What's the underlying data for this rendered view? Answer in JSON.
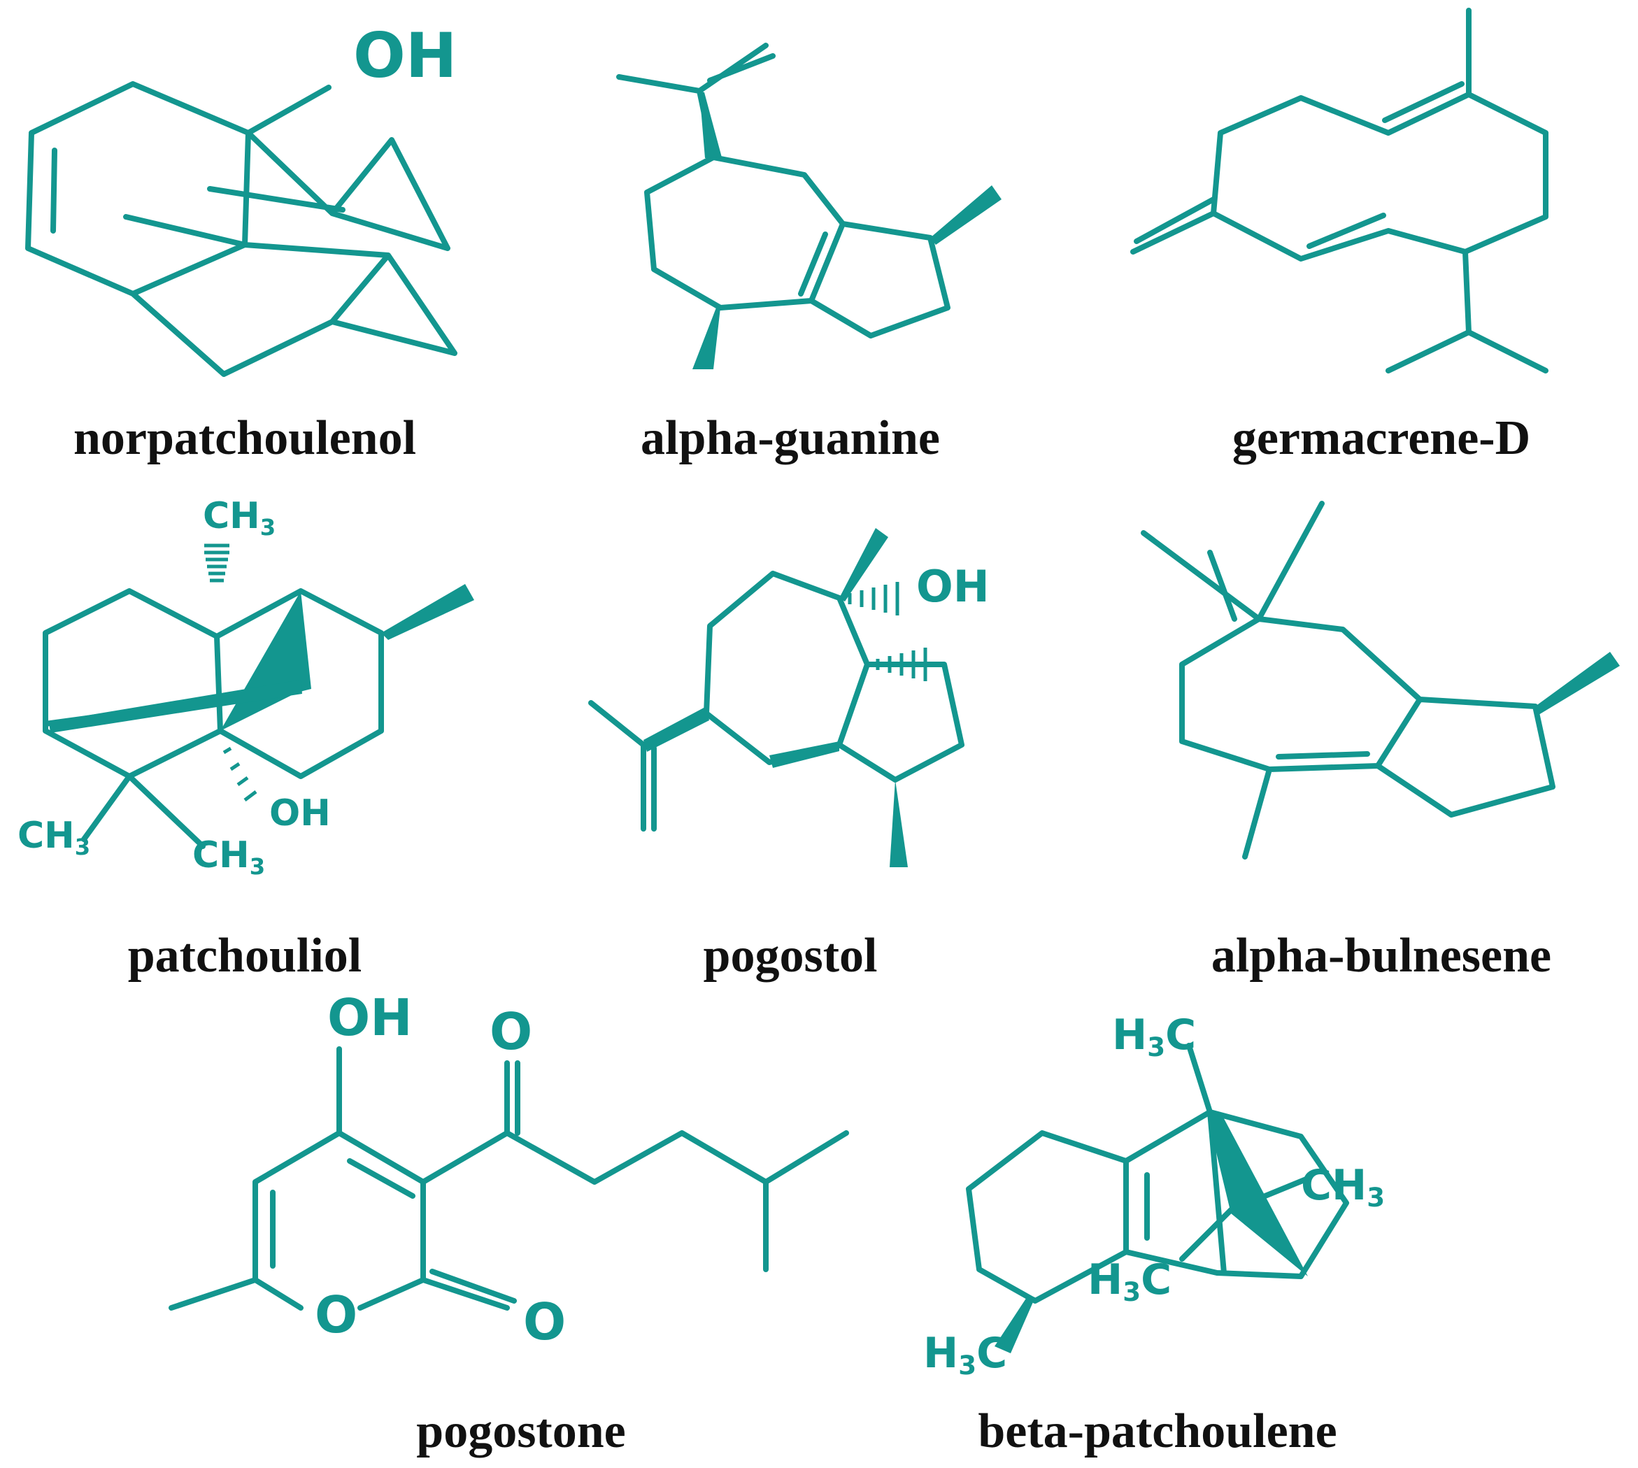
{
  "colors": {
    "structure": "#13968f",
    "label": "#111111",
    "background": "#ffffff"
  },
  "compounds": [
    {
      "name": "norpatchoulenol",
      "atoms": {
        "oh": "OH"
      }
    },
    {
      "name": "alpha-guanine"
    },
    {
      "name": "germacrene-D"
    },
    {
      "name": "patchouliol",
      "atoms": {
        "ch3_top": "CH",
        "ch3_top_sub": "3",
        "oh": "OH",
        "ch3_left": "CH",
        "ch3_left_sub": "3",
        "ch3_right": "CH",
        "ch3_right_sub": "3"
      }
    },
    {
      "name": "pogostol",
      "atoms": {
        "oh": "OH"
      }
    },
    {
      "name": "alpha-bulnesene"
    },
    {
      "name": "pogostone",
      "atoms": {
        "oh": "OH",
        "o_ketone": "O",
        "o_ring": "O",
        "o_lactone": "O"
      }
    },
    {
      "name": "beta-patchoulene",
      "atoms": {
        "h3c_top": "H",
        "h3c_top_sub": "3",
        "h3c_top_c": "C",
        "ch3_right": "CH",
        "ch3_right_sub": "3",
        "h3c_mid": "H",
        "h3c_mid_sub": "3",
        "h3c_mid_c": "C",
        "h3c_low": "H",
        "h3c_low_sub": "3",
        "h3c_low_c": "C"
      }
    }
  ]
}
